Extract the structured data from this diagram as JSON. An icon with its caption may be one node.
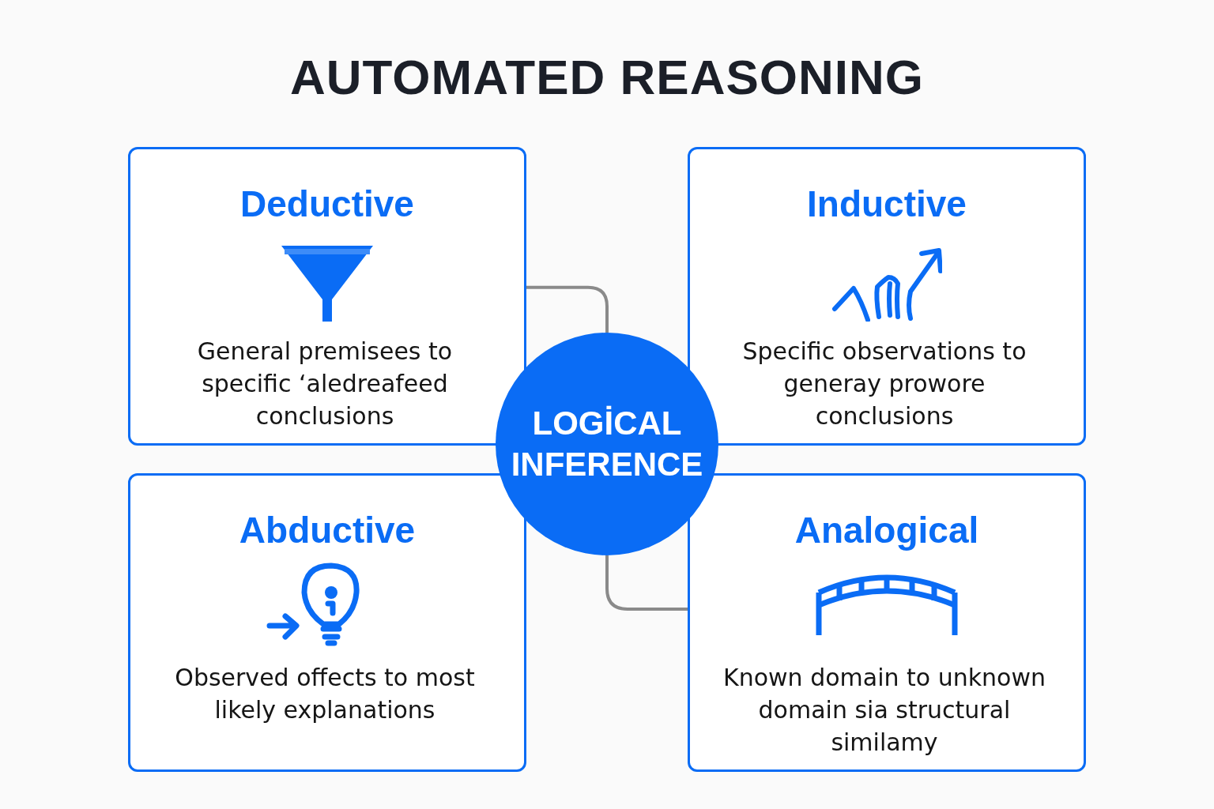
{
  "diagram": {
    "title": "AUTOMATED REASONING",
    "nodes": [
      {
        "text": [
          "Deductive",
          "General premisees to specific ‘aledreafeed conclusions"
        ]
      },
      {
        "text": [
          "Inductive",
          "Specific observations to generay prowore conclusions"
        ]
      },
      {
        "text": [
          "LOGİCAL INFERENCE"
        ]
      },
      {
        "text": [
          "Abductive",
          "Observed offects to most likely explanations"
        ]
      },
      {
        "text": [
          "Analogical",
          "Known domain to unknown domain sia structural similamy"
        ]
      }
    ],
    "edges": [
      {
        "from": 0,
        "to": 2,
        "arrow": "none"
      },
      {
        "from": 2,
        "to": 4,
        "arrow": "none"
      }
    ]
  }
}
